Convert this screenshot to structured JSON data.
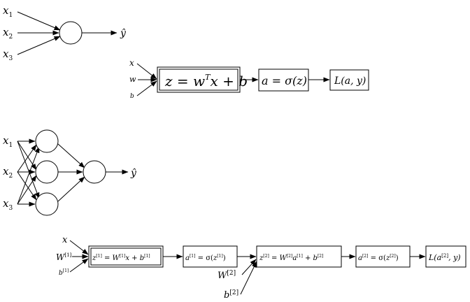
{
  "logistic_network": {
    "inputs": [
      "x",
      "x",
      "x"
    ],
    "input_subs": [
      "1",
      "2",
      "3"
    ],
    "output": "ŷ"
  },
  "logistic_graph": {
    "inputs": [
      "x",
      "w",
      "b"
    ],
    "box1": {
      "lhs": "z",
      "eq": " = ",
      "w": "w",
      "sup": "T",
      "rest": "x + b"
    },
    "box2": {
      "lhs": "a",
      "eq": " = ",
      "sigma": "σ",
      "arg": "(z)"
    },
    "box3": {
      "fn": "L",
      "arg": "(a, y)"
    }
  },
  "two_layer_network": {
    "inputs": [
      "x",
      "x",
      "x"
    ],
    "input_subs": [
      "1",
      "2",
      "3"
    ],
    "output": "ŷ"
  },
  "two_layer_graph": {
    "inputs": {
      "x": "x",
      "W": "W",
      "W_sup": "[1]",
      "b": "b",
      "b_sup": "[1]"
    },
    "layer2_inputs": {
      "W": "W",
      "W_sup": "[2]",
      "b": "b",
      "b_sup": "[2]"
    },
    "box1": {
      "z": "z",
      "z_sup": "[1]",
      "eq": " = ",
      "W": "W",
      "W_sup": "[1]",
      "x": "x + ",
      "b": "b",
      "b_sup": "[1]"
    },
    "box2": {
      "a": "a",
      "a_sup": "[1]",
      "eq": " = σ(",
      "z": "z",
      "z_sup": "[1]",
      "close": ")"
    },
    "box3": {
      "z": "z",
      "z_sup": "[2]",
      "eq": " = ",
      "W": "W",
      "W_sup": "[2]",
      "a": "a",
      "a_sup": "[1]",
      "plus": " + ",
      "b": "b",
      "b_sup": "[2]"
    },
    "box4": {
      "a": "a",
      "a_sup": "[2]",
      "eq": " = σ(",
      "z": "z",
      "z_sup": "[2]",
      "close": ")"
    },
    "box5": {
      "L": "L(a",
      "a_sup": "[2]",
      "rest": ", y)"
    }
  }
}
